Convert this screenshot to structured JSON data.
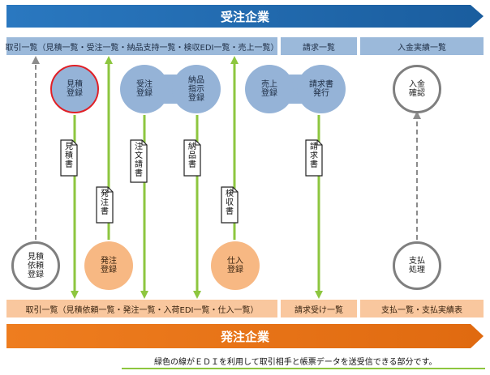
{
  "top_banner": "受注企業",
  "bottom_banner": "発注企業",
  "top_bars": {
    "list": "取引一覧（見積一覧・受注一覧・納品支持一覧・検収EDI一覧・売上一覧）",
    "invoice": "請求一覧",
    "payment": "入金実績一覧"
  },
  "bottom_bars": {
    "list": "取引一覧（見積依頼一覧・発注一覧・入荷EDI一覧・仕入一覧）",
    "invoice_received": "請求受け一覧",
    "payment": "支払一覧・支払実績表"
  },
  "nodes": {
    "estimate_register": "見積\n登録",
    "order_register": "受注\n登録",
    "delivery_instruction": "納品\n指示\n登録",
    "sales_register": "売上\n登録",
    "invoice_issue": "請求書\n発行",
    "payment_confirm": "入金\n確認",
    "estimate_request": "見積\n依頼\n登録",
    "purchase_order": "発注\n登録",
    "purchase_register": "仕入\n登録",
    "payment_process": "支払\n処理"
  },
  "docs": {
    "estimate": "見\n積\n書",
    "purchase_order": "発\n注\n書",
    "order_sheet": "注\n文\n請\n書",
    "delivery_note": "納\n品\n書",
    "inspection": "検\n収\n書",
    "invoice": "請\n求\n書"
  },
  "note": "緑色の線がＥＤＩを利用して取引相手と帳票データを送受信できる部分です。",
  "colors": {
    "top_banner": "#1f6fb5",
    "bottom_banner": "#ec7a1a",
    "edi_line": "#8dc63f",
    "dashed_line": "#8c8c8c"
  }
}
